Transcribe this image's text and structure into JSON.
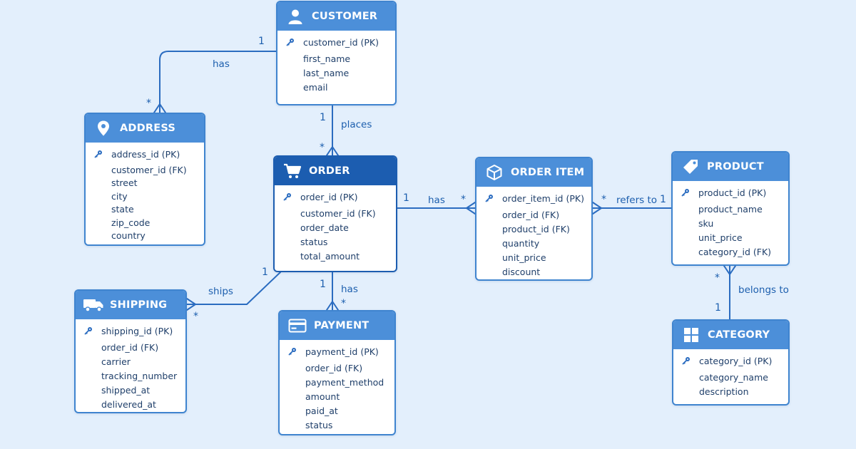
{
  "colors": {
    "background": "#e3effc",
    "header": "#4c8fd9",
    "header_selected": "#1c5db0",
    "border": "#3f84cf",
    "line": "#2b6cc0",
    "text": "#1f3f6a",
    "label": "#1d5fae"
  },
  "entities": {
    "customer": {
      "title": "CUSTOMER",
      "icon": "user-icon",
      "fields": [
        "customer_id (PK)",
        "first_name",
        "last_name",
        "email"
      ]
    },
    "address": {
      "title": "ADDRESS",
      "icon": "map-pin-icon",
      "fields": [
        "address_id (PK)",
        "customer_id (FK)",
        "street",
        "city",
        "state",
        "zip_code",
        "country"
      ]
    },
    "order": {
      "title": "ORDER",
      "icon": "shopping-cart-icon",
      "fields": [
        "order_id (PK)",
        "customer_id (FK)",
        "order_date",
        "status",
        "total_amount"
      ]
    },
    "order_item": {
      "title": "ORDER ITEM",
      "icon": "box-icon",
      "fields": [
        "order_item_id (PK)",
        "order_id (FK)",
        "product_id (FK)",
        "quantity",
        "unit_price",
        "discount"
      ]
    },
    "product": {
      "title": "PRODUCT",
      "icon": "tag-icon",
      "fields": [
        "product_id (PK)",
        "product_name",
        "sku",
        "unit_price",
        "category_id (FK)"
      ]
    },
    "shipping": {
      "title": "SHIPPING",
      "icon": "truck-icon",
      "fields": [
        "shipping_id (PK)",
        "order_id (FK)",
        "carrier",
        "tracking_number",
        "shipped_at",
        "delivered_at"
      ]
    },
    "payment": {
      "title": "PAYMENT",
      "icon": "credit-card-icon",
      "fields": [
        "payment_id (PK)",
        "order_id (FK)",
        "payment_method",
        "amount",
        "paid_at",
        "status"
      ]
    },
    "category": {
      "title": "CATEGORY",
      "icon": "grid-icon",
      "fields": [
        "category_id (PK)",
        "category_name",
        "description"
      ]
    }
  },
  "relationships": [
    {
      "id": "customer-address",
      "label": "has",
      "card_one": "1",
      "card_many": "*"
    },
    {
      "id": "customer-order",
      "label": "places",
      "card_one": "1",
      "card_many": "*"
    },
    {
      "id": "order-orderitem",
      "label": "has",
      "card_one": "1",
      "card_many": "*"
    },
    {
      "id": "orderitem-product",
      "label": "refers to",
      "card_many": "*",
      "card_one": "1"
    },
    {
      "id": "product-category",
      "label": "belongs to",
      "card_many": "*",
      "card_one": "1"
    },
    {
      "id": "order-shipping",
      "label": "ships",
      "card_one": "1",
      "card_many": "*"
    },
    {
      "id": "order-payment",
      "label": "has",
      "card_one": "1",
      "card_many": "*"
    }
  ]
}
